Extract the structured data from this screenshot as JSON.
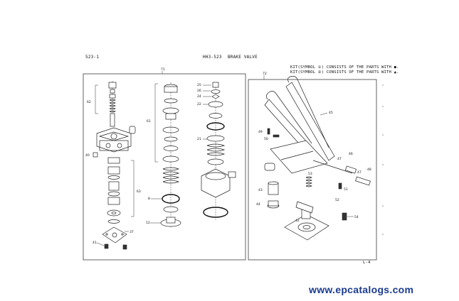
{
  "header": {
    "page_ref": "523-1",
    "model_code": "HH3-523",
    "title": "BRAKE VALVE",
    "kit_note_1": "KIT(SYMBOL ①) CONSISTS OF THE PARTS WITH ●.",
    "kit_note_2": "KIT(SYMBOL ②) CONSISTS OF THE PARTS WITH ▲."
  },
  "callouts": {
    "c71": "71",
    "c72": "72",
    "c62": "62",
    "c61": "61",
    "c63": "63",
    "c40": "40",
    "c37": "37",
    "c41": "41",
    "c8": "8",
    "c12": "12",
    "c25": "25",
    "c26": "26",
    "c24": "24",
    "c22": "22",
    "c21": "21",
    "c45": "45",
    "c46": "46",
    "c47": "47",
    "c48": "48",
    "c49": "49",
    "c50": "50",
    "c51": "51",
    "c52": "52",
    "c53": "53",
    "c43": "43",
    "c44": "44",
    "c54": "54",
    "c42": "42"
  },
  "footer": {
    "page_mark": "L-4"
  },
  "watermark": {
    "text": "www.epcatalogs.com",
    "color": "#1a3b8f"
  }
}
